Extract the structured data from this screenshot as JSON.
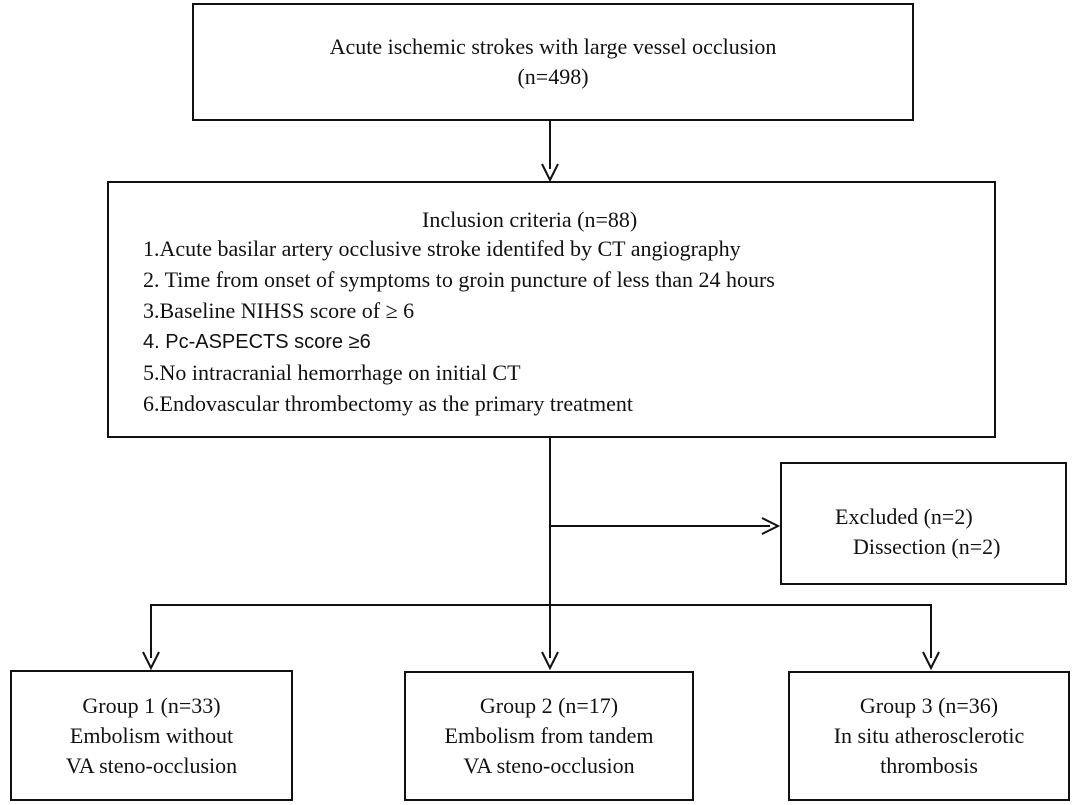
{
  "top_box": {
    "line1": "Acute ischemic strokes with large vessel occlusion",
    "line2": "(n=498)"
  },
  "inclusion_box": {
    "title": "Inclusion criteria (n=88)",
    "criteria": [
      "1.Acute basilar artery occlusive stroke identifed by CT angiography",
      "2. Time from onset of symptoms to groin puncture of less than 24 hours",
      "3.Baseline NIHSS score of ≥ 6",
      "4. Pc-ASPECTS score ≥6",
      "5.No intracranial hemorrhage on initial CT",
      "6.Endovascular thrombectomy as the primary treatment"
    ]
  },
  "excluded_box": {
    "line1": "Excluded (n=2)",
    "line2": "Dissection (n=2)"
  },
  "groups": [
    {
      "title": "Group 1 (n=33)",
      "line2": "Embolism without",
      "line3": "VA steno-occlusion"
    },
    {
      "title": "Group 2 (n=17)",
      "line2": "Embolism from tandem",
      "line3": "VA steno-occlusion"
    },
    {
      "title": "Group 3 (n=36)",
      "line2": "In situ atherosclerotic",
      "line3": "thrombosis"
    }
  ]
}
